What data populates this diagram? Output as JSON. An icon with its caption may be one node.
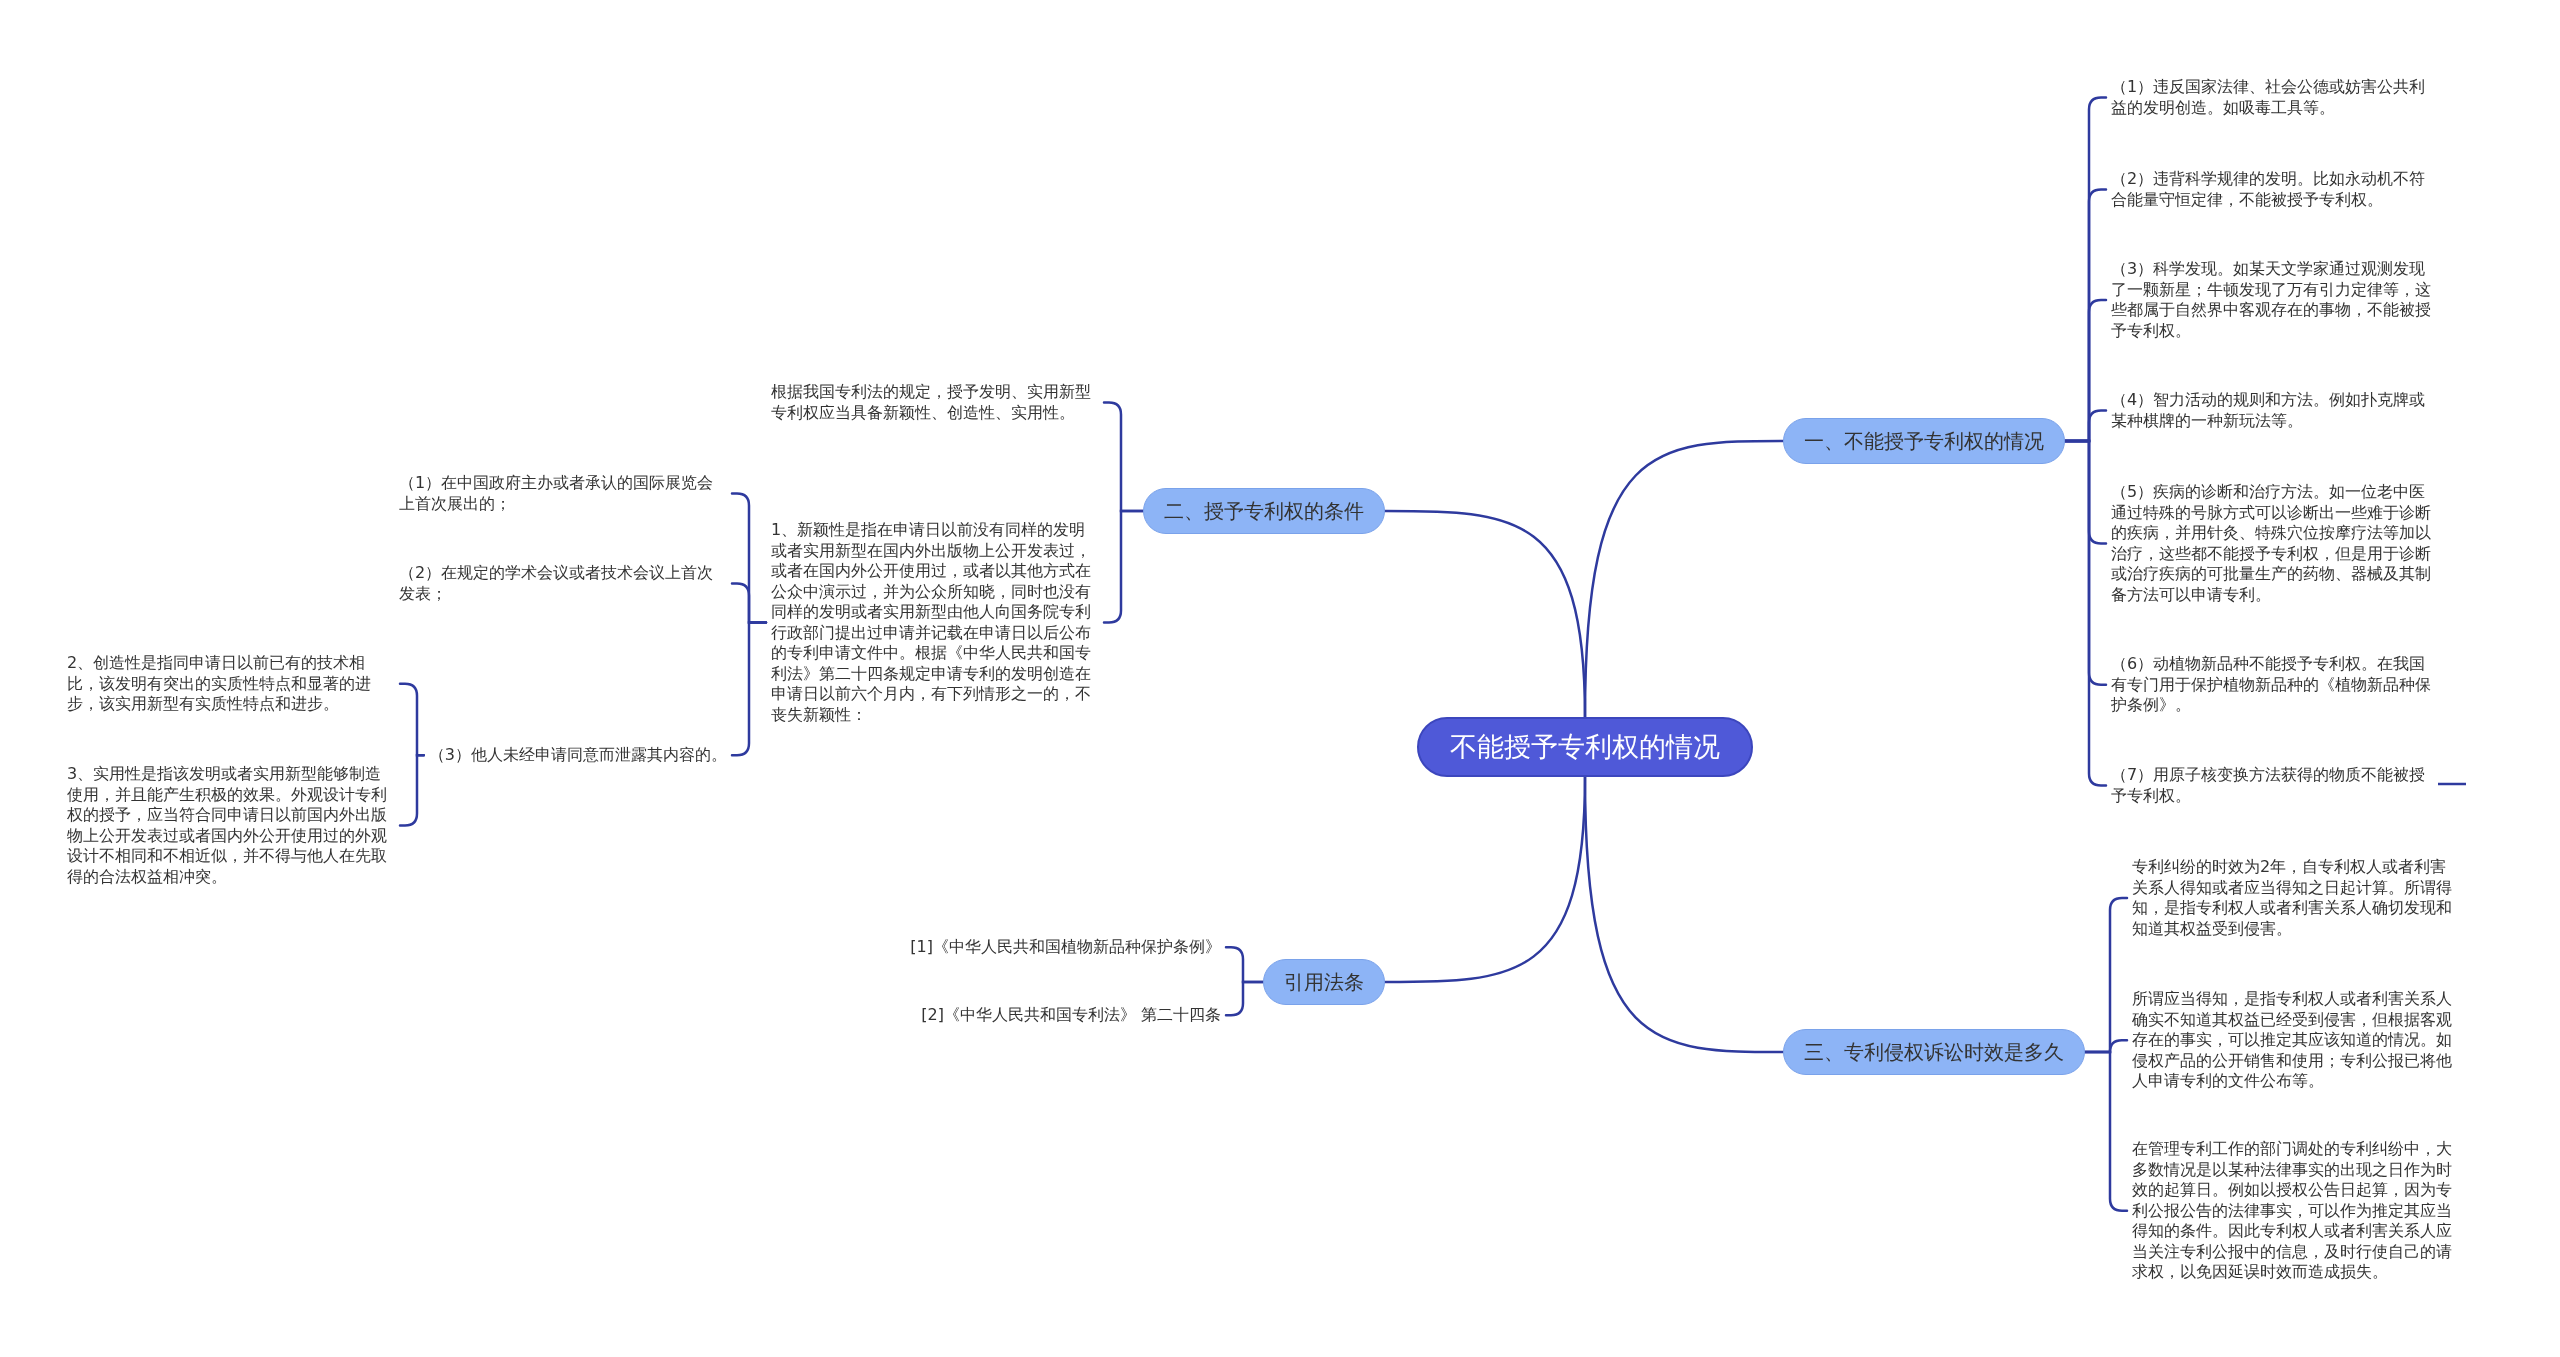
{
  "diagram": {
    "nodes": [
      {
        "text": [
          "不能授予专利权的情况"
        ]
      },
      {
        "text": [
          "一、不能授予专利权的情况"
        ]
      },
      {
        "text": [
          "（1）违反国家法律、社会公德或妨害公共利益的发明创造。如吸毒工具等。"
        ]
      },
      {
        "text": [
          "（2）违背科学规律的发明。比如永动机不符合能量守恒定律，不能被授予专利权。"
        ]
      },
      {
        "text": [
          "（3）科学发现。如某天文学家通过观测发现了一颗新星；牛顿发现了万有引力定律等，这些都属于自然界中客观存在的事物，不能被授予专利权。"
        ]
      },
      {
        "text": [
          "（4）智力活动的规则和方法。例如扑克牌或某种棋牌的一种新玩法等。"
        ]
      },
      {
        "text": [
          "（5）疾病的诊断和治疗方法。如一位老中医通过特殊的号脉方式可以诊断出一些难于诊断的疾病，并用针灸、特殊穴位按摩疗法等加以治疗，这些都不能授予专利权，但是用于诊断或治疗疾病的可批量生产的药物、器械及其制备方法可以申请专利。"
        ]
      },
      {
        "text": [
          "（6）动植物新品种不能授予专利权。在我国有专门用于保护植物新品种的《植物新品种保护条例》。"
        ]
      },
      {
        "text": [
          "（7）用原子核变换方法获得的物质不能被授予专利权。"
        ]
      },
      {
        "text": [
          "二、授予专利权的条件"
        ]
      },
      {
        "text": [
          "根据我国专利法的规定，授予发明、实用新型专利权应当具备新颖性、创造性、实用性。"
        ]
      },
      {
        "text": [
          "1、新颖性是指在申请日以前没有同样的发明或者实用新型在国内外出版物上公开发表过，或者在国内外公开使用过，或者以其他方式在公众中演示过，并为公众所知晓，同时也没有同样的发明或者实用新型由他人向国务院专利行政部门提出过申请并记载在申请日以后公布的专利申请文件中。根据《中华人民共和国专利法》第二十四条规定申请专利的发明创造在申请日以前六个月内，有下列情形之一的，不丧失新颖性："
        ]
      },
      {
        "text": [
          "（1）在中国政府主办或者承认的国际展览会上首次展出的；"
        ]
      },
      {
        "text": [
          "（2）在规定的学术会议或者技术会议上首次发表；"
        ]
      },
      {
        "text": [
          "（3）他人未经申请同意而泄露其内容的。"
        ]
      },
      {
        "text": [
          "2、创造性是指同申请日以前已有的技术相比，该发明有突出的实质性特点和显著的进步，该实用新型有实质性特点和进步。"
        ]
      },
      {
        "text": [
          "3、实用性是指该发明或者实用新型能够制造使用，并且能产生积极的效果。外观设计专利权的授予，应当符合同申请日以前国内外出版物上公开发表过或者国内外公开使用过的外观设计不相同和不相近似，并不得与他人在先取得的合法权益相冲突。"
        ]
      },
      {
        "text": [
          "三、专利侵权诉讼时效是多久"
        ]
      },
      {
        "text": [
          "专利纠纷的时效为2年，自专利权人或者利害关系人得知或者应当得知之日起计算。所谓得知，是指专利权人或者利害关系人确切发现和知道其权益受到侵害。"
        ]
      },
      {
        "text": [
          "所谓应当得知，是指专利权人或者利害关系人确实不知道其权益已经受到侵害，但根据客观存在的事实，可以推定其应该知道的情况。如侵权产品的公开销售和使用；专利公报已将他人申请专利的文件公布等。"
        ]
      },
      {
        "text": [
          "在管理专利工作的部门调处的专利纠纷中，大多数情况是以某种法律事实的出现之日作为时效的起算日。例如以授权公告日起算，因为专利公报公告的法律事实，可以作为推定其应当得知的条件。因此专利权人或者利害关系人应当关注专利公报中的信息，及时行使自己的请求权，以免因延误时效而造成损失。"
        ]
      },
      {
        "text": [
          "引用法条"
        ]
      },
      {
        "text": [
          "[1]《中华人民共和国植物新品种保护条例》"
        ]
      },
      {
        "text": [
          "[2]《中华人民共和国专利法》 第二十四条"
        ]
      }
    ],
    "edges": [
      {
        "from": 0,
        "to": 1,
        "arrow": "none"
      },
      {
        "from": 1,
        "to": 2,
        "arrow": "none"
      },
      {
        "from": 1,
        "to": 3,
        "arrow": "none"
      },
      {
        "from": 1,
        "to": 4,
        "arrow": "none"
      },
      {
        "from": 1,
        "to": 5,
        "arrow": "none"
      },
      {
        "from": 1,
        "to": 6,
        "arrow": "none"
      },
      {
        "from": 1,
        "to": 7,
        "arrow": "none"
      },
      {
        "from": 1,
        "to": 8,
        "arrow": "none"
      },
      {
        "from": 0,
        "to": 9,
        "arrow": "none"
      },
      {
        "from": 9,
        "to": 10,
        "arrow": "none"
      },
      {
        "from": 9,
        "to": 11,
        "arrow": "none"
      },
      {
        "from": 11,
        "to": 12,
        "arrow": "none"
      },
      {
        "from": 11,
        "to": 13,
        "arrow": "none"
      },
      {
        "from": 11,
        "to": 14,
        "arrow": "none"
      },
      {
        "from": 14,
        "to": 15,
        "arrow": "none"
      },
      {
        "from": 14,
        "to": 16,
        "arrow": "none"
      },
      {
        "from": 0,
        "to": 17,
        "arrow": "none"
      },
      {
        "from": 17,
        "to": 18,
        "arrow": "none"
      },
      {
        "from": 17,
        "to": 19,
        "arrow": "none"
      },
      {
        "from": 17,
        "to": 20,
        "arrow": "none"
      },
      {
        "from": 0,
        "to": 21,
        "arrow": "none"
      },
      {
        "from": 21,
        "to": 22,
        "arrow": "none"
      },
      {
        "from": 21,
        "to": 23,
        "arrow": "none"
      }
    ]
  }
}
